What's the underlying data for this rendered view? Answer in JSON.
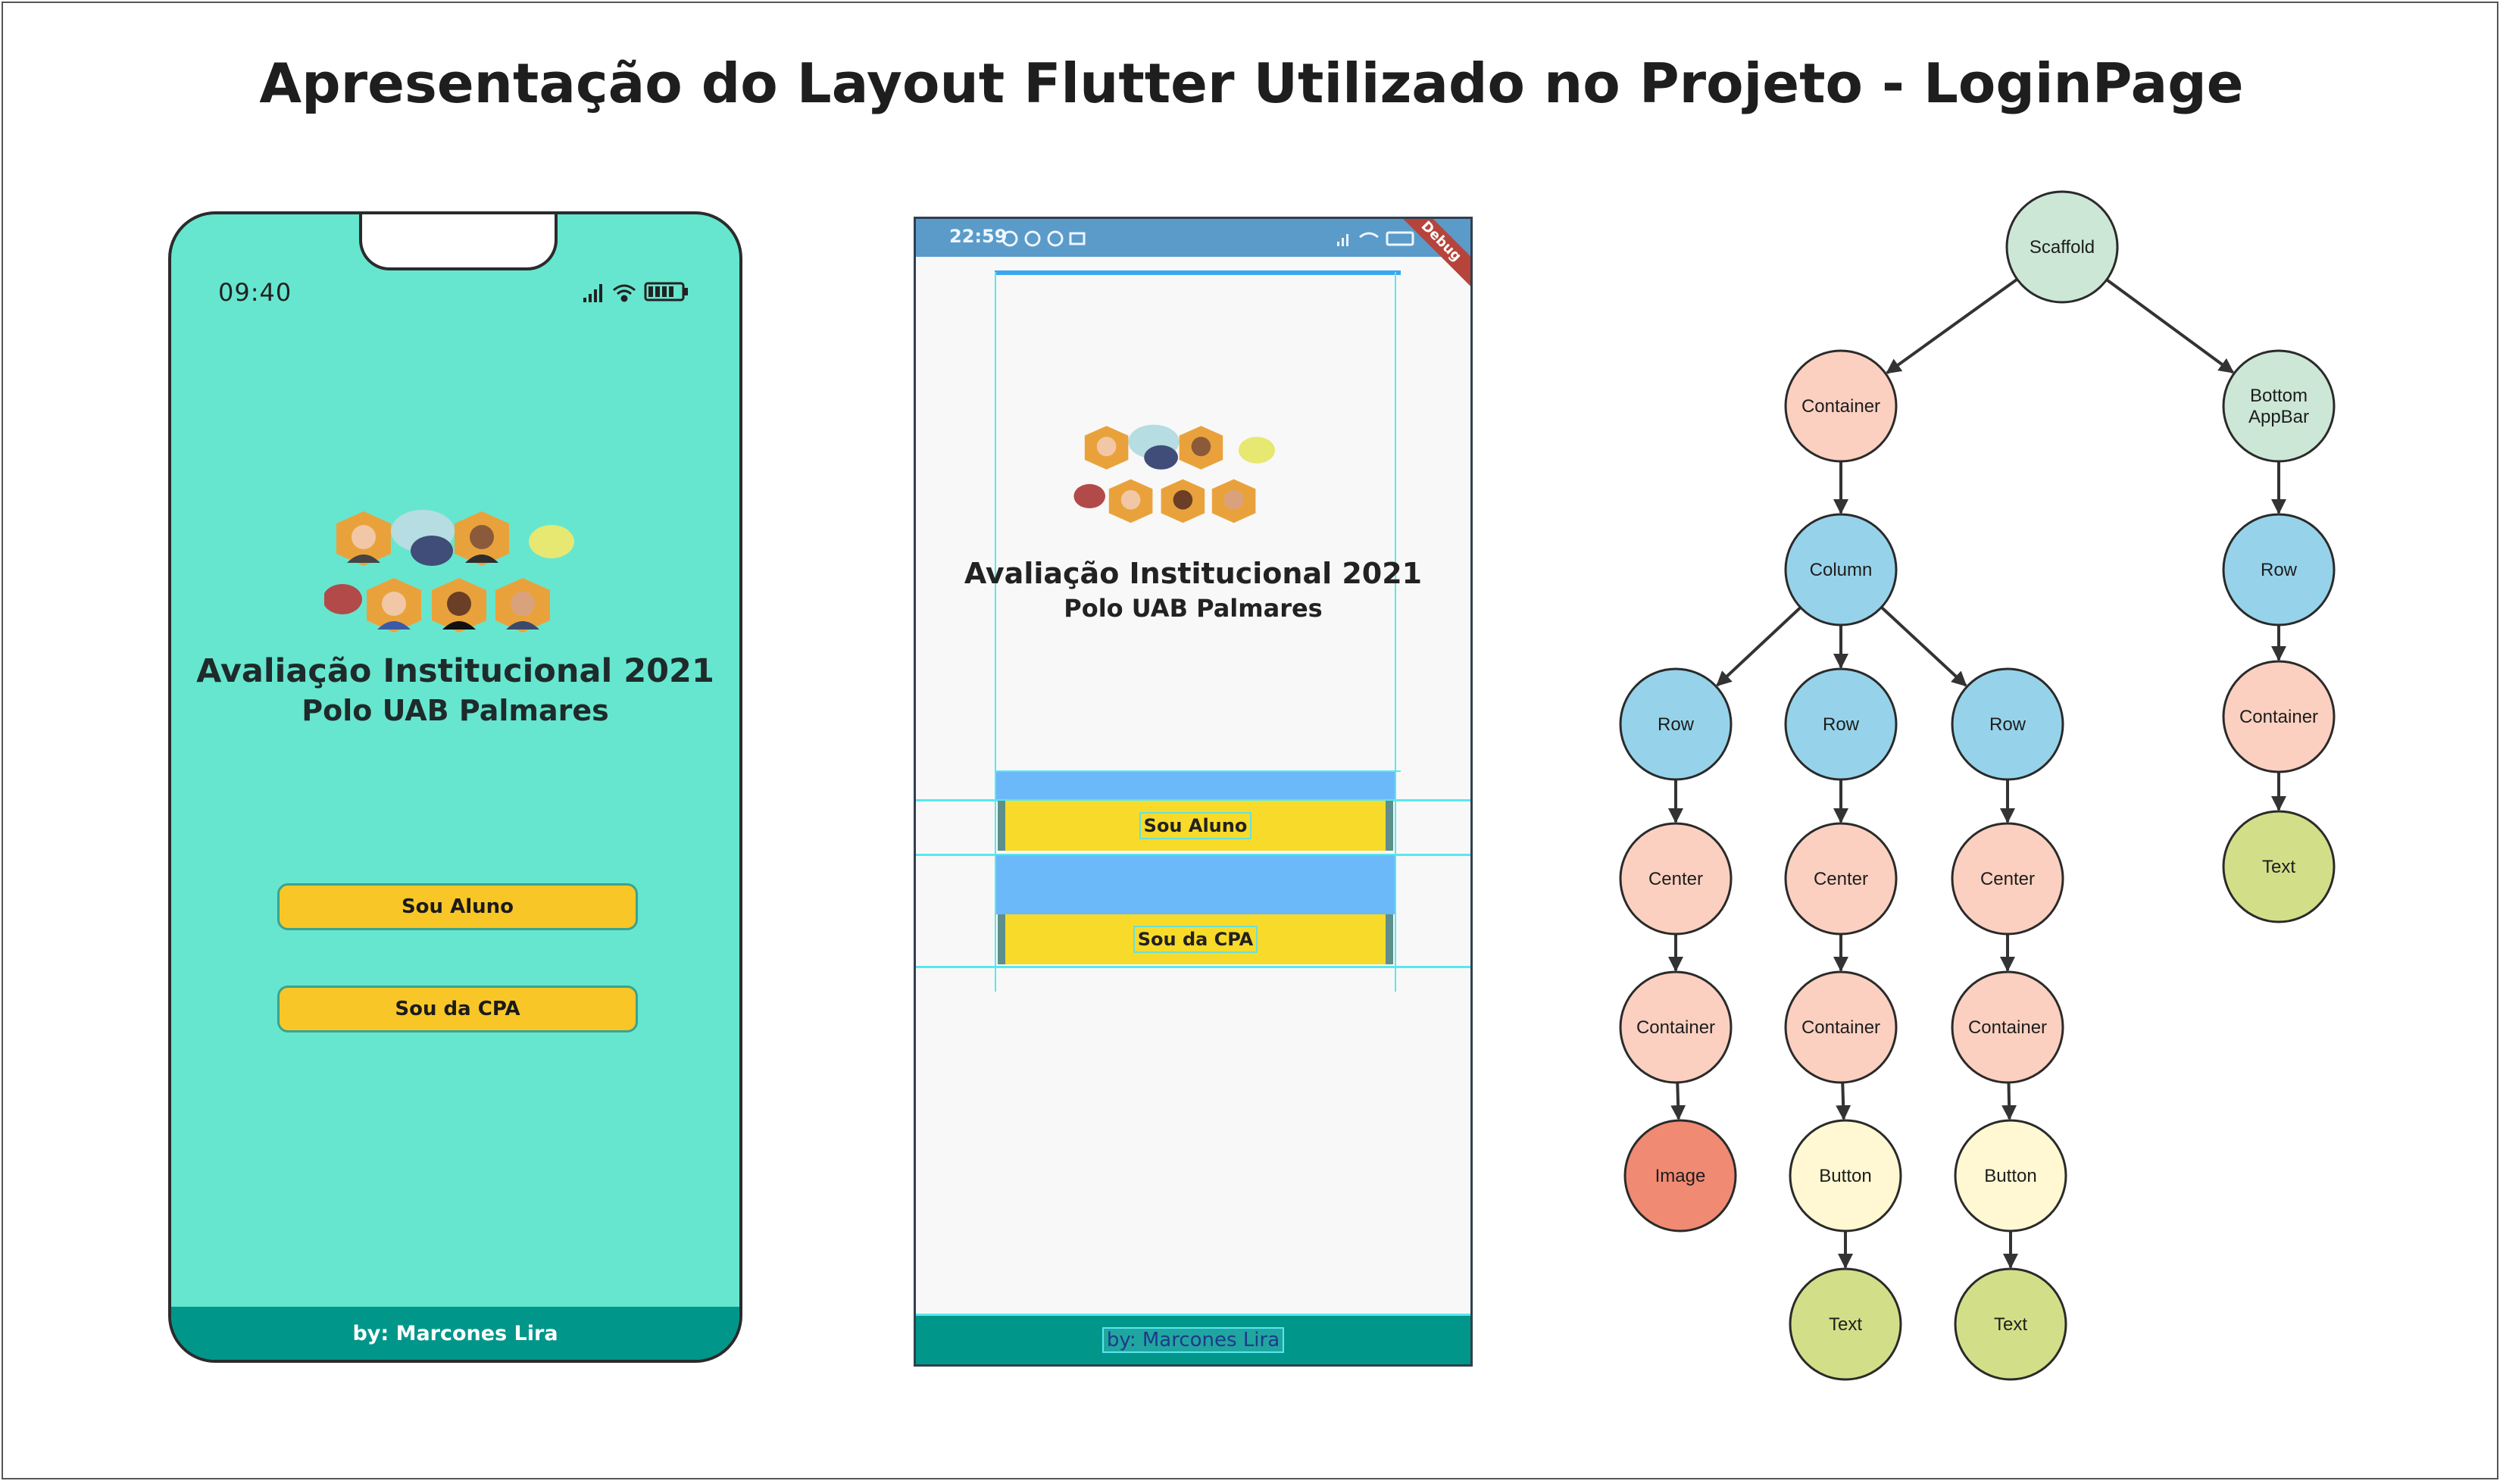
{
  "title": "Apresentação do Layout Flutter Utilizado no Projeto - LoginPage",
  "phone": {
    "time": "09:40",
    "heading": "Avaliação Institucional 2021",
    "subheading": "Polo UAB Palmares",
    "buttons": [
      "Sou Aluno",
      "Sou da CPA"
    ],
    "footer": "by: Marcones Lira",
    "colors": {
      "background": "#66e6cf",
      "button": "#f8c727",
      "footer": "#00968a"
    }
  },
  "debug_screenshot": {
    "time": "22:59",
    "ribbon": "Debug",
    "heading": "Avaliação Institucional 2021",
    "subheading": "Polo UAB Palmares",
    "buttons": [
      "Sou Aluno",
      "Sou da CPA"
    ],
    "footer": "by: Marcones Lira"
  },
  "widget_tree": {
    "nodes": [
      {
        "id": "scaffold",
        "label": "Scaffold",
        "color": "#cce7d6"
      },
      {
        "id": "container-main",
        "label": "Container",
        "color": "#fbd0c0"
      },
      {
        "id": "bottom-appbar",
        "label": "Bottom AppBar",
        "color": "#cce7d6"
      },
      {
        "id": "column",
        "label": "Column",
        "color": "#96d3ea"
      },
      {
        "id": "row-appbar",
        "label": "Row",
        "color": "#96d3ea"
      },
      {
        "id": "container-appbar",
        "label": "Container",
        "color": "#fbd0c0"
      },
      {
        "id": "text-appbar",
        "label": "Text",
        "color": "#d3df88"
      },
      {
        "id": "row-1",
        "label": "Row",
        "color": "#96d3ea"
      },
      {
        "id": "row-2",
        "label": "Row",
        "color": "#96d3ea"
      },
      {
        "id": "row-3",
        "label": "Row",
        "color": "#96d3ea"
      },
      {
        "id": "center-1",
        "label": "Center",
        "color": "#fbd0c0"
      },
      {
        "id": "center-2",
        "label": "Center",
        "color": "#fbd0c0"
      },
      {
        "id": "center-3",
        "label": "Center",
        "color": "#fbd0c0"
      },
      {
        "id": "container-1",
        "label": "Container",
        "color": "#fbd0c0"
      },
      {
        "id": "container-2",
        "label": "Container",
        "color": "#fbd0c0"
      },
      {
        "id": "container-3",
        "label": "Container",
        "color": "#fbd0c0"
      },
      {
        "id": "image",
        "label": "Image",
        "color": "#f08a73"
      },
      {
        "id": "button-1",
        "label": "Button",
        "color": "#fff8d2"
      },
      {
        "id": "button-2",
        "label": "Button",
        "color": "#fff8d2"
      },
      {
        "id": "text-1",
        "label": "Text",
        "color": "#d3df88"
      },
      {
        "id": "text-2",
        "label": "Text",
        "color": "#d3df88"
      }
    ],
    "edges": [
      [
        "scaffold",
        "container-main"
      ],
      [
        "scaffold",
        "bottom-appbar"
      ],
      [
        "container-main",
        "column"
      ],
      [
        "bottom-appbar",
        "row-appbar"
      ],
      [
        "row-appbar",
        "container-appbar"
      ],
      [
        "container-appbar",
        "text-appbar"
      ],
      [
        "column",
        "row-1"
      ],
      [
        "column",
        "row-2"
      ],
      [
        "column",
        "row-3"
      ],
      [
        "row-1",
        "center-1"
      ],
      [
        "row-2",
        "center-2"
      ],
      [
        "row-3",
        "center-3"
      ],
      [
        "center-1",
        "container-1"
      ],
      [
        "center-2",
        "container-2"
      ],
      [
        "center-3",
        "container-3"
      ],
      [
        "container-1",
        "image"
      ],
      [
        "container-2",
        "button-1"
      ],
      [
        "container-3",
        "button-2"
      ],
      [
        "button-1",
        "text-1"
      ],
      [
        "button-2",
        "text-2"
      ]
    ]
  }
}
